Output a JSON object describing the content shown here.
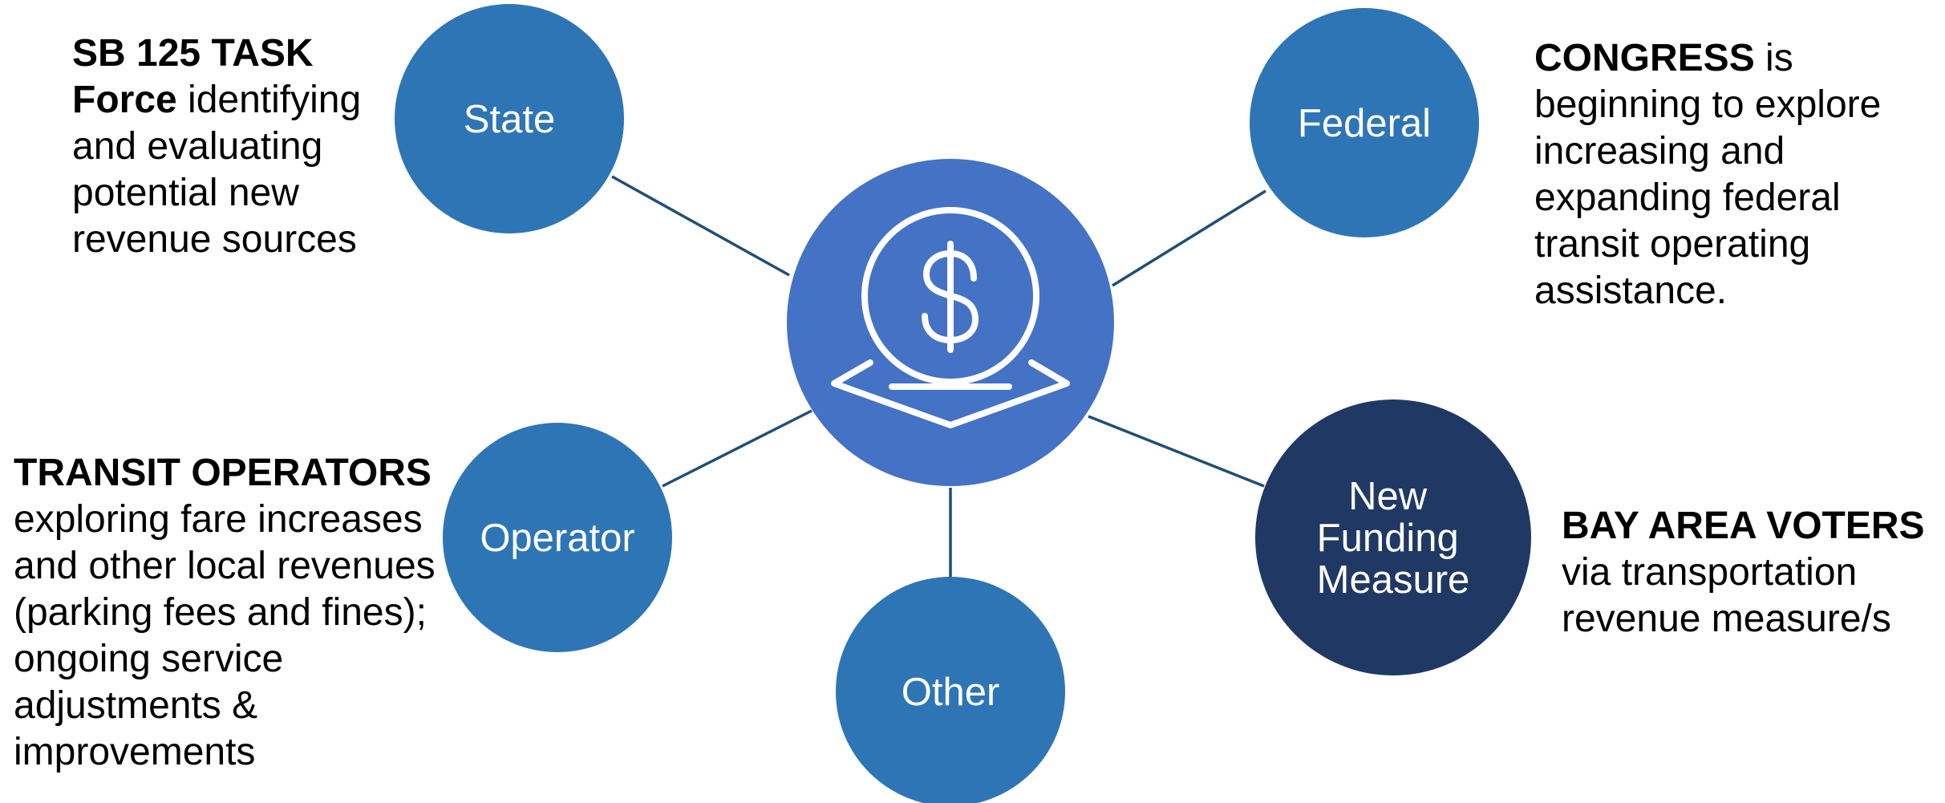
{
  "colors": {
    "node_fill": "#2e75b6",
    "hub_fill": "#4472c4",
    "highlight_fill": "#203864",
    "connector": "#1f4e79",
    "icon_stroke": "#ffffff"
  },
  "hub": {
    "icon": "dollar-coin-icon"
  },
  "nodes": {
    "state": {
      "lines": [
        "State"
      ]
    },
    "federal": {
      "lines": [
        "Federal"
      ]
    },
    "operator": {
      "lines": [
        "Operator"
      ]
    },
    "other": {
      "lines": [
        "Other"
      ]
    },
    "new_funding_measure": {
      "lines": [
        "New",
        "Funding",
        "Measure"
      ]
    }
  },
  "descriptions": {
    "state": {
      "lead": "SB 125 TASK Force",
      "text": " identifying and evaluating potential new revenue sources"
    },
    "federal": {
      "lead": "CONGRESS",
      "text": " is beginning to explore increasing and expanding federal transit operating assistance."
    },
    "operator": {
      "lead": "TRANSIT OPERATORS",
      "text": "exploring fare increases and other local revenues (parking fees and fines); ongoing service adjustments & improvements"
    },
    "new_funding_measure": {
      "lead": "BAY AREA VOTERS",
      "text": "via transportation revenue measure/s"
    }
  }
}
